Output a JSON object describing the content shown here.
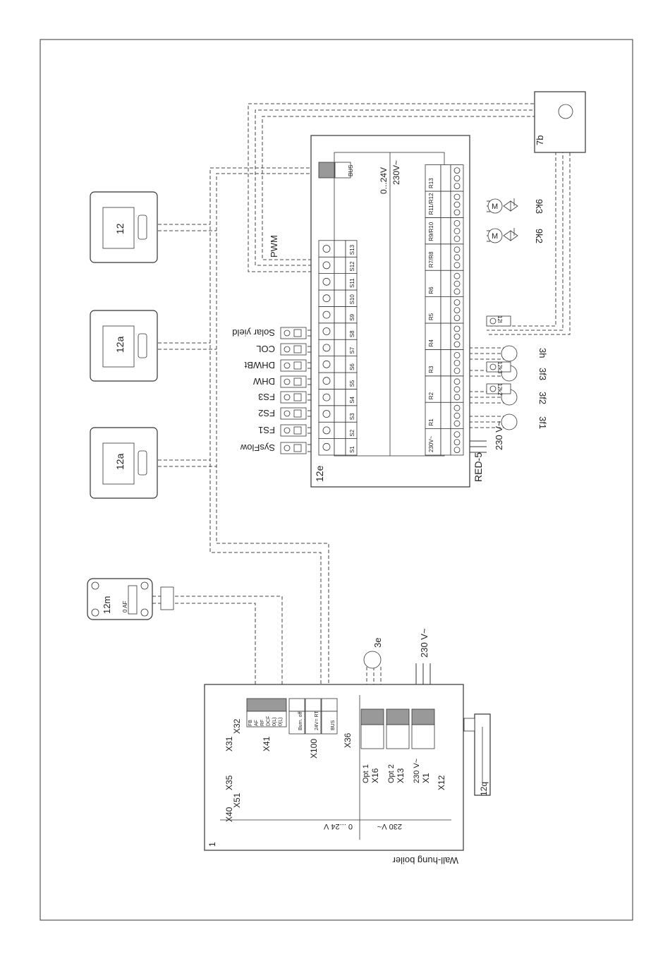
{
  "diagram": {
    "sensor_labels": [
      "SysFlow",
      "FS1",
      "FS2",
      "FS3",
      "DHW",
      "DHWBt",
      "COL",
      "Solar yield"
    ],
    "module": {
      "id": "12e",
      "model": "RED-5",
      "voltage_low": "0...24V",
      "voltage_high": "230V~",
      "bus_label": "BUS",
      "pwm_label": "PWM",
      "sensor_terminals": [
        "S1",
        "S2",
        "S3",
        "S4",
        "S5",
        "S6",
        "S7",
        "S8",
        "S9",
        "S10",
        "S11",
        "S12",
        "S13"
      ],
      "relay_terminals": [
        "230V~",
        "R1",
        "R2",
        "R3",
        "R4",
        "R5",
        "R6",
        "R7/R8",
        "R9/R10",
        "R11/R12",
        "R13"
      ],
      "supply_label": "230 V~"
    },
    "pumps": [
      "3f1",
      "3f2",
      "3f3",
      "3h"
    ],
    "thermal_switches": [
      "12k2",
      "12k3",
      "12l"
    ],
    "valves": [
      "9k2",
      "9k3"
    ],
    "heat_source": "7b",
    "controllers": [
      "12",
      "12a",
      "12a"
    ],
    "outdoor_sensor": {
      "id": "12m",
      "label": "0 AF"
    },
    "boiler": {
      "id": "1",
      "title": "Wall-hung boiler",
      "x41_pins": [
        "FB",
        "AF",
        "RF",
        "DCF",
        "0(L)",
        "0(L)"
      ],
      "connectors": [
        "X31",
        "X32",
        "X35",
        "X36",
        "X40",
        "X41",
        "X51",
        "X100",
        "X12",
        "X13",
        "X16",
        "X1"
      ],
      "x100_labels": [
        "Burn. off",
        "24V= RT"
      ],
      "bus_label": "BUS",
      "low_voltage": "0 ...24 V",
      "high_voltage": "230 V~",
      "opt1": "Opt 1",
      "opt2": "Opt 2",
      "supply": "230 V~",
      "pump": "3e",
      "mains": "230 V~"
    },
    "external_device": "12q"
  }
}
